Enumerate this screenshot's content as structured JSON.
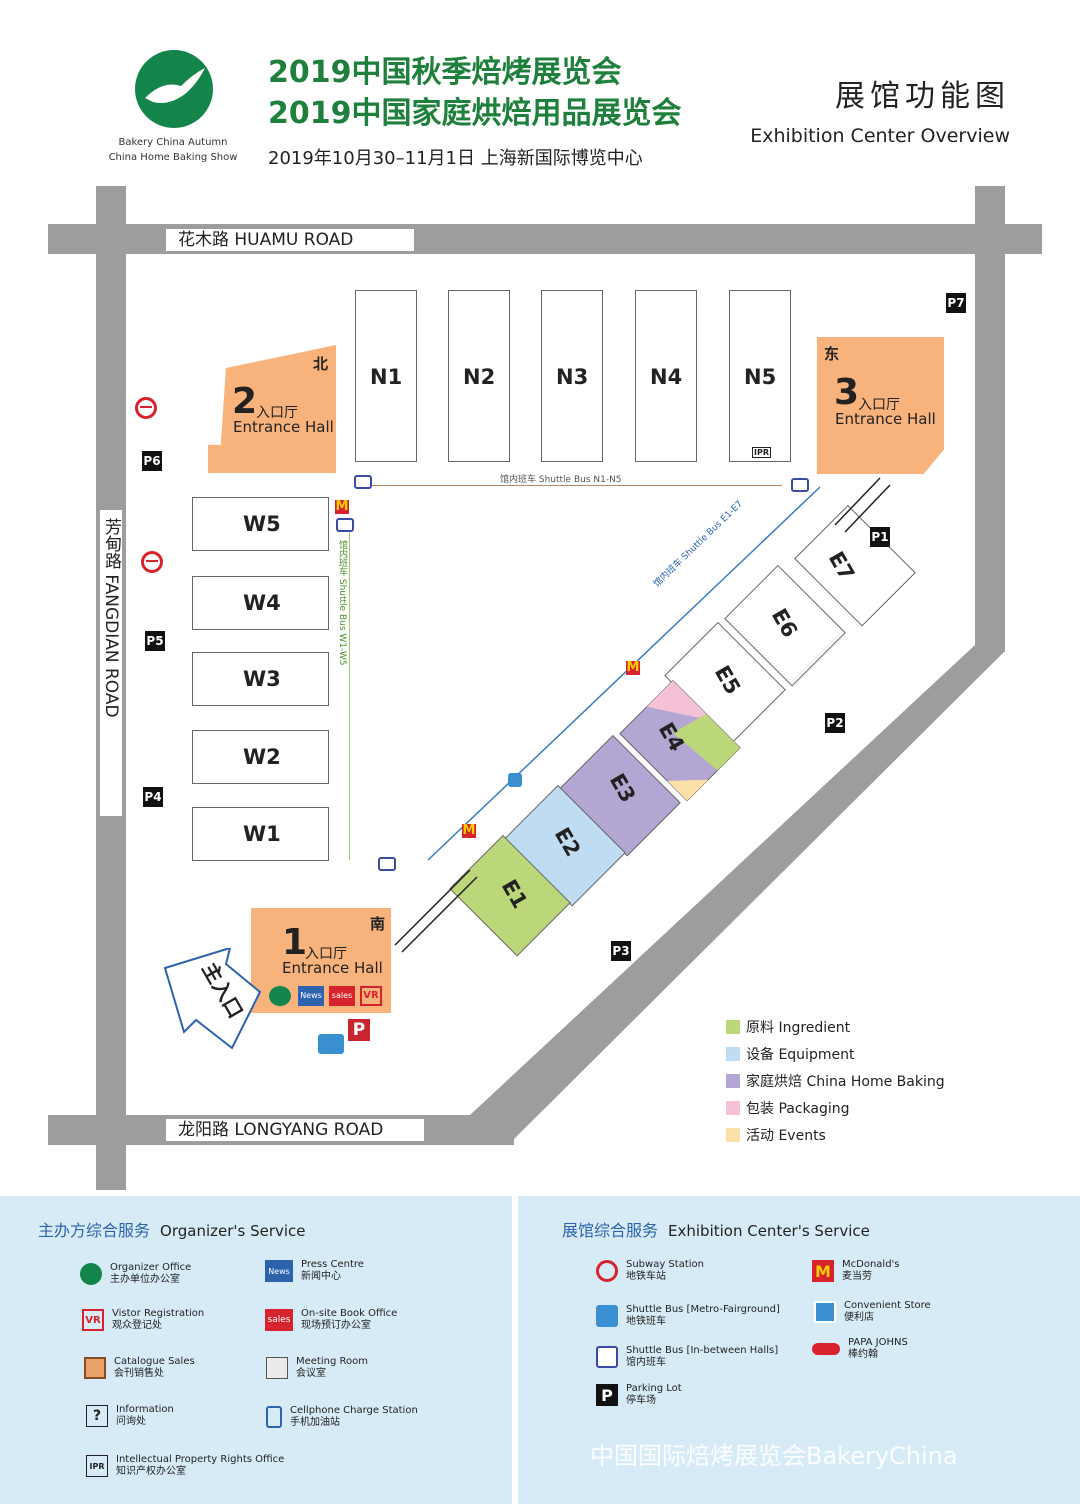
{
  "header": {
    "title_line1": "2019中国秋季焙烤展览会",
    "title_line2": "2019中国家庭烘焙用品展览会",
    "date_venue": "2019年10月30–11月1日  上海新国际博览中心",
    "logo_caption_1": "Bakery China Autumn",
    "logo_caption_2": "China Home Baking Show",
    "map_title_cn": "展馆功能图",
    "map_title_en": "Exhibition Center Overview"
  },
  "roads": {
    "huamu": "花木路  HUAMU ROAD",
    "fangdian": "芳甸路  FANGDIAN ROAD",
    "longyang": "龙阳路  LONGYANG ROAD"
  },
  "halls": {
    "north": [
      "N1",
      "N2",
      "N3",
      "N4",
      "N5"
    ],
    "west": [
      "W5",
      "W4",
      "W3",
      "W2",
      "W1"
    ],
    "east": [
      "E7",
      "E6",
      "E5",
      "E4",
      "E3",
      "E2",
      "E1"
    ]
  },
  "entrances": {
    "e1": {
      "num": "1",
      "cn": "入口厅",
      "en": "Entrance Hall",
      "dir": "南"
    },
    "e2": {
      "num": "2",
      "cn": "入口厅",
      "en": "Entrance Hall",
      "dir": "北"
    },
    "e3": {
      "num": "3",
      "cn": "入口厅",
      "en": "Entrance Hall",
      "dir": "东"
    }
  },
  "parking": [
    "P1",
    "P2",
    "P3",
    "P4",
    "P5",
    "P6",
    "P7"
  ],
  "parking_big": "P",
  "shuttle": {
    "north": "馆内班车 Shuttle Bus N1-N5",
    "west": "馆内班车 Shuttle Bus W1-W5",
    "east": "馆内班车 Shuttle Bus E1-E7"
  },
  "main_entrance_sign": "主入口",
  "ipr_label": "IPR",
  "entrance_icons": {
    "news": "News",
    "sales": "sales",
    "vr": "VR"
  },
  "legend": [
    {
      "label": "原料 Ingredient",
      "color": "#bcd77a"
    },
    {
      "label": "设备 Equipment",
      "color": "#bfdcf3"
    },
    {
      "label": "家庭烘焙 China Home Baking",
      "color": "#b3a6d3"
    },
    {
      "label": "包装 Packaging",
      "color": "#f4c1d6"
    },
    {
      "label": "活动 Events",
      "color": "#fbe0a7"
    }
  ],
  "organizer_service": {
    "title_cn": "主办方综合服务",
    "title_en": "Organizer's Service",
    "items": [
      {
        "en": "Organizer Office",
        "cn": "主办单位办公室",
        "icon": "organizer-logo-icon"
      },
      {
        "en": "Press Centre",
        "cn": "新闻中心",
        "icon": "news-icon",
        "badge": "News"
      },
      {
        "en": "Vistor Registration",
        "cn": "观众登记处",
        "icon": "vr-icon",
        "badge": "VR"
      },
      {
        "en": "On-site Book Office",
        "cn": "现场预订办公室",
        "icon": "sales-icon",
        "badge": "sales"
      },
      {
        "en": "Catalogue Sales",
        "cn": "会刊销售处",
        "icon": "catalogue-icon"
      },
      {
        "en": "Meeting Room",
        "cn": "会议室",
        "icon": "meeting-room-icon"
      },
      {
        "en": "Information",
        "cn": "问询处",
        "icon": "information-icon",
        "badge": "?"
      },
      {
        "en": "Cellphone Charge Station",
        "cn": "手机加油站",
        "icon": "phone-charge-icon"
      },
      {
        "en": "Intellectual Property Rights Office",
        "cn": "知识产权办公室",
        "icon": "ipr-icon",
        "badge": "IPR"
      }
    ]
  },
  "center_service": {
    "title_cn": "展馆综合服务",
    "title_en": "Exhibition Center's Service",
    "items": [
      {
        "en": "Subway Station",
        "cn": "地铁车站",
        "icon": "subway-icon"
      },
      {
        "en": "McDonald's",
        "cn": "麦当劳",
        "icon": "mcdonalds-icon",
        "badge": "M"
      },
      {
        "en": "Shuttle Bus [Metro-Fairground]",
        "cn": "地铁班车",
        "icon": "metro-bus-icon"
      },
      {
        "en": "Convenient Store",
        "cn": "便利店",
        "icon": "store-icon"
      },
      {
        "en": "Shuttle Bus [In-between Halls]",
        "cn": "馆内班车",
        "icon": "hall-bus-icon"
      },
      {
        "en": "PAPA JOHNS",
        "cn": "棒约翰",
        "icon": "papa-johns-icon"
      },
      {
        "en": "Parking Lot",
        "cn": "停车场",
        "icon": "parking-icon",
        "badge": "P"
      }
    ]
  },
  "watermark": "中国国际焙烤展览会BakeryChina",
  "colors": {
    "title_green": "#1f7f3c",
    "entrance_orange": "#f8b37c",
    "road_gray": "#9d9d9d",
    "panel_blue": "#d7ebf7",
    "metro_red": "#d6232e"
  }
}
